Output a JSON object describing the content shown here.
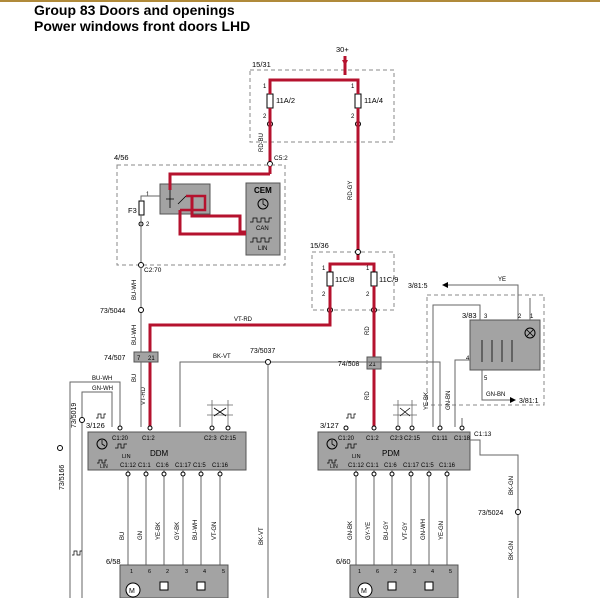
{
  "header": {
    "line1": "Group 83 Doors and openings",
    "line2": "Power windows front doors LHD"
  },
  "colors": {
    "wire_red": "#b5122e",
    "wire_gray": "#808080",
    "box_fill": "#a3a3a3",
    "header_accent": "#b08a3a"
  },
  "labels": {
    "supply": "30+",
    "fusebox1": "15/31",
    "fuse_11a2": "11A/2",
    "fuse_11a4": "11A/4",
    "cem_ref": "4/56",
    "cem": "CEM",
    "f3": "F3",
    "can": "CAN",
    "lin": "LIN",
    "c52": "C5:2",
    "c270": "C2:70",
    "rd_bu": "RD-BU",
    "rd_gy": "RD-GY",
    "fusebox2": "15/36",
    "fuse_11c8": "11C/8",
    "fuse_11c9": "11C/9",
    "bu_wh": "BU-WH",
    "vt_rd": "VT-RD",
    "rd": "RD",
    "ref_5044": "73/5044",
    "ref_74507": "74/507",
    "ref_73_5037": "73/5037",
    "ref_74508": "74/508",
    "bk_vt": "BK-VT",
    "ref_5166": "73/5166",
    "ref_5019": "73/5019",
    "gn_wh": "GN-WH",
    "ddm_ref": "3/126",
    "ddm": "DDM",
    "pdm_ref": "3/127",
    "pdm": "PDM",
    "ref_381_5": "3/81:5",
    "ye": "YE",
    "ref_383": "3/83",
    "ye_bk": "YE-BK",
    "gn_bn": "GN-BN",
    "ref_381_1": "3/81:1",
    "bk_gn": "BK-GN",
    "ref_5024": "73/5024",
    "c1_13": "C1:13",
    "c1_18": "C1:18",
    "ref_658": "6/58",
    "ref_660": "6/60",
    "m": "M",
    "n7": "7",
    "n21": "21",
    "ddm_top_pins": [
      "C1:20",
      "C1:2",
      "C2:3",
      "C2:15"
    ],
    "pdm_top_pins": [
      "C1:20",
      "C1:2",
      "C2:3",
      "C2:15",
      "C1:11",
      "C1:18"
    ],
    "ddm_bot_pins": [
      "C1:12",
      "C1:1",
      "C1:6",
      "C1:17",
      "C1:5",
      "C1:16"
    ],
    "pdm_bot_pins": [
      "C1:12",
      "C1:1",
      "C1:6",
      "C1:17",
      "C1:5",
      "C1:16"
    ],
    "ddm_bot_wires": [
      "BU",
      "GN",
      "YE-BK",
      "GY-BK",
      "BU-WH",
      "VT-GN"
    ],
    "pdm_bot_wires": [
      "GN-BK",
      "GY-YE",
      "BU-GY",
      "VT-GY",
      "GN-WH",
      "YE-GN"
    ],
    "motor_pins_left": [
      "1",
      "6",
      "2",
      "3",
      "4",
      "5"
    ],
    "motor_pins_right": [
      "1",
      "6",
      "2",
      "3",
      "4",
      "5"
    ],
    "pin1": "1",
    "pin2": "2",
    "pin3": "3",
    "pin4": "4",
    "pin5": "5",
    "vt_rd_short": "VT-RD",
    "bu": "BU"
  }
}
